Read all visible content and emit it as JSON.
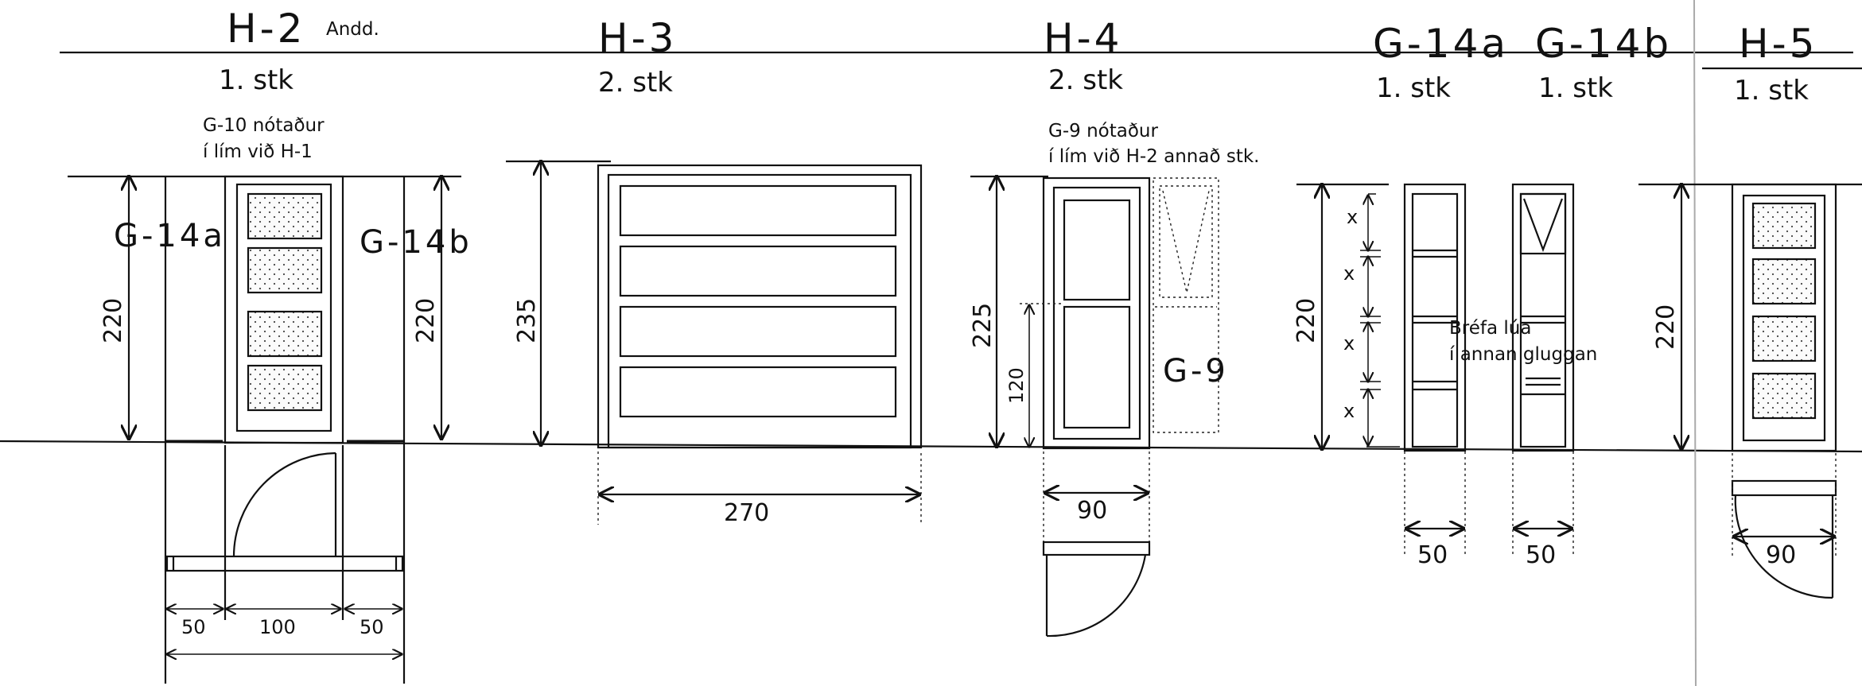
{
  "doors": {
    "h2": {
      "title": "H-2",
      "suffix": "Andd.",
      "qty": "1. stk",
      "note_line1": "G-10 nótaður",
      "note_line2": "í lím við H-1",
      "height": "220",
      "height_right": "220",
      "side_left": "G-14a",
      "side_right": "G-14b",
      "width_left": "50",
      "width_mid": "100",
      "width_right": "50"
    },
    "h3": {
      "title": "H-3",
      "qty": "2. stk",
      "height": "235",
      "width": "270"
    },
    "h4": {
      "title": "H-4",
      "qty": "2. stk",
      "note_line1": "G-9 nótaður",
      "note_line2": "í lím við H-2 annað stk.",
      "height": "225",
      "sub_height": "120",
      "width": "90",
      "side_label": "G-9"
    },
    "g14a": {
      "title": "G-14a",
      "qty": "1. stk",
      "height": "220",
      "segment_label": "x",
      "width": "50"
    },
    "g14b": {
      "title": "G-14b",
      "qty": "1. stk",
      "note_line1": "Bréfa lúa",
      "note_line2": "í annan gluggan",
      "width": "50"
    },
    "h5": {
      "title": "H-5",
      "qty": "1. stk",
      "height": "220",
      "width": "90"
    }
  }
}
